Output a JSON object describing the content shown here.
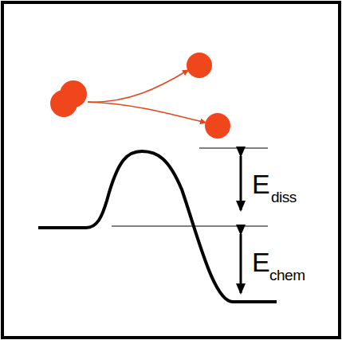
{
  "diagram": {
    "labels": [
      "E",
      "diss",
      "E",
      "chem"
    ]
  }
}
